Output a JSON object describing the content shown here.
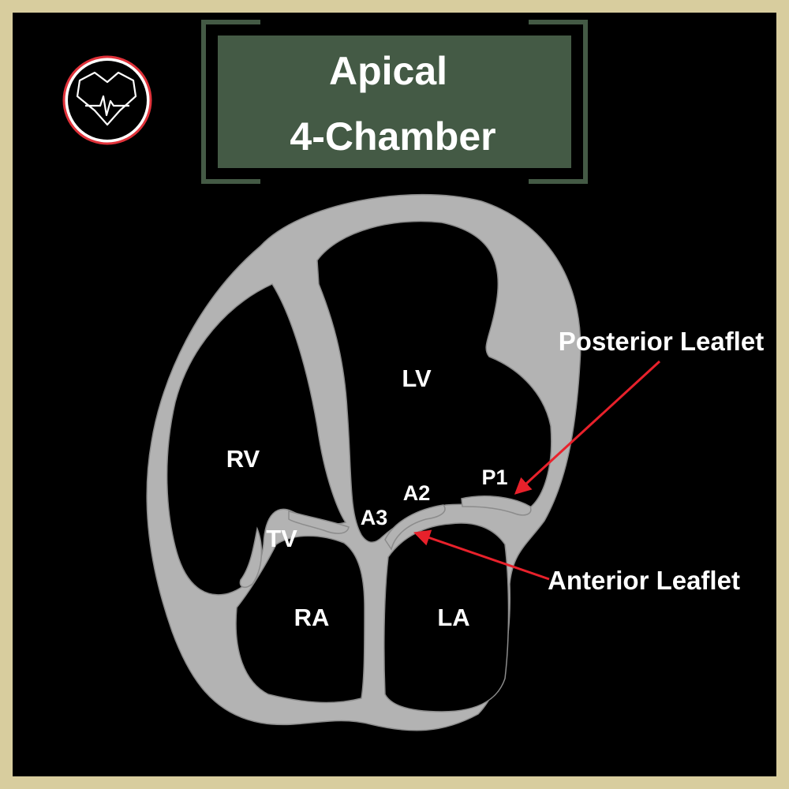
{
  "title": {
    "line1": "Apical",
    "line2": "4-Chamber"
  },
  "logo": {
    "icon": "heart-ecg-icon"
  },
  "chambers": {
    "lv": "LV",
    "rv": "RV",
    "ra": "RA",
    "la": "LA"
  },
  "valve": {
    "tv": "TV",
    "a2": "A2",
    "a3": "A3",
    "p1": "P1"
  },
  "callouts": {
    "posterior": "Posterior Leaflet",
    "anterior": "Anterior Leaflet"
  },
  "colors": {
    "border": "#d8cd9e",
    "background": "#000000",
    "title_box": "#445a45",
    "tissue": "#b3b3b3",
    "arrow": "#e8212b",
    "logo_ring": "#e0323a"
  }
}
